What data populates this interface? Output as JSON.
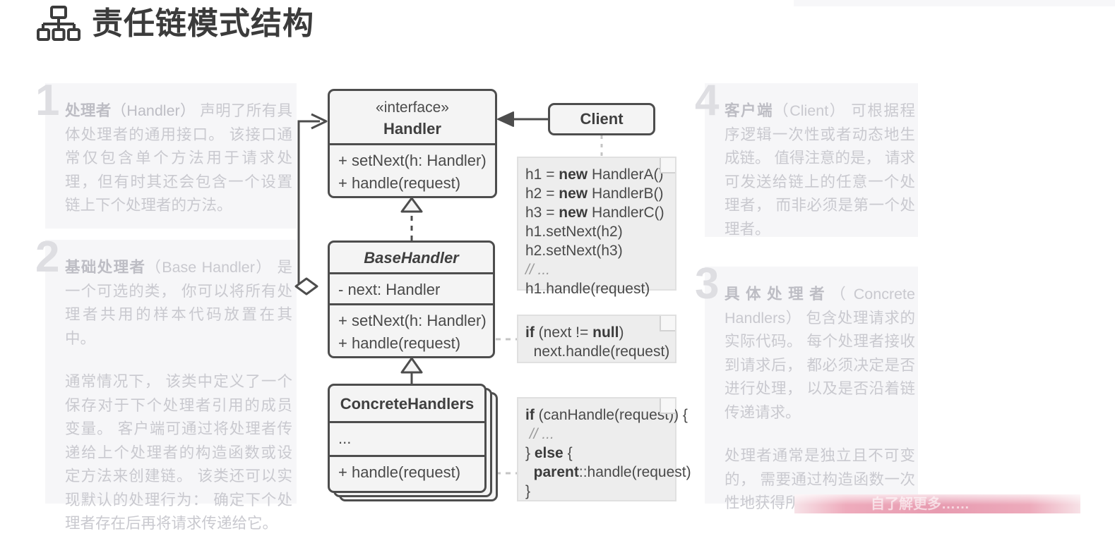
{
  "page": {
    "title": "责任链模式结构",
    "title_icon": "hierarchy-icon"
  },
  "notes_panels": [
    {
      "number": "1",
      "term": "处理者",
      "term_en": "（Handler）",
      "body": " 声明了所有具体处理者的通用接口。 该接口通常仅包含单个方法用于请求处理，但有时其还会包含一个设置链上下个处理者的方法。",
      "body2": ""
    },
    {
      "number": "2",
      "term": "基础处理者",
      "term_en": "（Base Handler）",
      "body": " 是一个可选的类， 你可以将所有处理者共用的样本代码放置在其中。",
      "body2": "通常情况下， 该类中定义了一个保存对于下个处理者引用的成员变量。 客户端可通过将处理者传递给上个处理者的构造函数或设定方法来创建链。 该类还可以实现默认的处理行为： 确定下个处理者存在后再将请求传递给它。"
    },
    {
      "number": "4",
      "term": "客户端",
      "term_en": "（Client）",
      "body": " 可根据程序逻辑一次性或者动态地生成链。 值得注意的是， 请求可发送给链上的任意一个处理者， 而非必须是第一个处理者。",
      "body2": ""
    },
    {
      "number": "3",
      "term": "具体处理者",
      "term_en": "（ Concrete Handlers）",
      "body": " 包含处理请求的实际代码。 每个处理者接收到请求后， 都必须决定是否进行处理， 以及是否沿着链传递请求。",
      "body2": "处理者通常是独立且不可变的， 需要通过构造函数一次性地获得所有必要地数据。"
    }
  ],
  "uml": {
    "handler": {
      "stereotype": "«interface»",
      "name": "Handler",
      "methods": [
        "+ setNext(h: Handler)",
        "+ handle(request)"
      ]
    },
    "base_handler": {
      "name": "BaseHandler",
      "fields": [
        "- next: Handler"
      ],
      "methods": [
        "+ setNext(h: Handler)",
        "+ handle(request)"
      ]
    },
    "concrete_handlers": {
      "name": "ConcreteHandlers",
      "fields": [
        "..."
      ],
      "methods": [
        "+ handle(request)"
      ]
    },
    "client": {
      "name": "Client"
    }
  },
  "code_notes": {
    "client_note": {
      "lines": [
        [
          {
            "t": "h1 = ",
            "s": "n"
          },
          {
            "t": "new",
            "s": "b"
          },
          {
            "t": " HandlerA()",
            "s": "n"
          }
        ],
        [
          {
            "t": "h2 = ",
            "s": "n"
          },
          {
            "t": "new",
            "s": "b"
          },
          {
            "t": " HandlerB()",
            "s": "n"
          }
        ],
        [
          {
            "t": "h3 = ",
            "s": "n"
          },
          {
            "t": "new",
            "s": "b"
          },
          {
            "t": " HandlerC()",
            "s": "n"
          }
        ],
        [
          {
            "t": "h1.setNext(h2)",
            "s": "n"
          }
        ],
        [
          {
            "t": "h2.setNext(h3)",
            "s": "n"
          }
        ],
        [
          {
            "t": "// ...",
            "s": "i"
          }
        ],
        [
          {
            "t": "h1.handle(request)",
            "s": "n"
          }
        ]
      ]
    },
    "base_note": {
      "lines": [
        [
          {
            "t": "if",
            "s": "b"
          },
          {
            "t": " (next != ",
            "s": "n"
          },
          {
            "t": "null",
            "s": "b"
          },
          {
            "t": ")",
            "s": "n"
          }
        ],
        [
          {
            "t": "  next.handle(request)",
            "s": "n"
          }
        ]
      ]
    },
    "concrete_note": {
      "lines": [
        [
          {
            "t": "if",
            "s": "b"
          },
          {
            "t": " (canHandle(request)) {",
            "s": "n"
          }
        ],
        [
          {
            "t": " // ...",
            "s": "i"
          }
        ],
        [
          {
            "t": "} ",
            "s": "n"
          },
          {
            "t": "else",
            "s": "b"
          },
          {
            "t": " {",
            "s": "n"
          }
        ],
        [
          {
            "t": "  ",
            "s": "n"
          },
          {
            "t": "parent",
            "s": "b"
          },
          {
            "t": "::handle(request)",
            "s": "n"
          }
        ],
        [
          {
            "t": "}",
            "s": "n"
          }
        ]
      ]
    }
  },
  "banner": {
    "text": "自了解更多……"
  },
  "colors": {
    "title": "#3b3b3b",
    "panel_bg": "#f6f6f8",
    "panel_text": "#c9c9cf",
    "bignum": "#dedee2",
    "uml_stroke": "#4d4d4d",
    "uml_fill": "#f4f4f4",
    "note_fill": "#ededed",
    "banner_pink": "#e79bb0"
  }
}
